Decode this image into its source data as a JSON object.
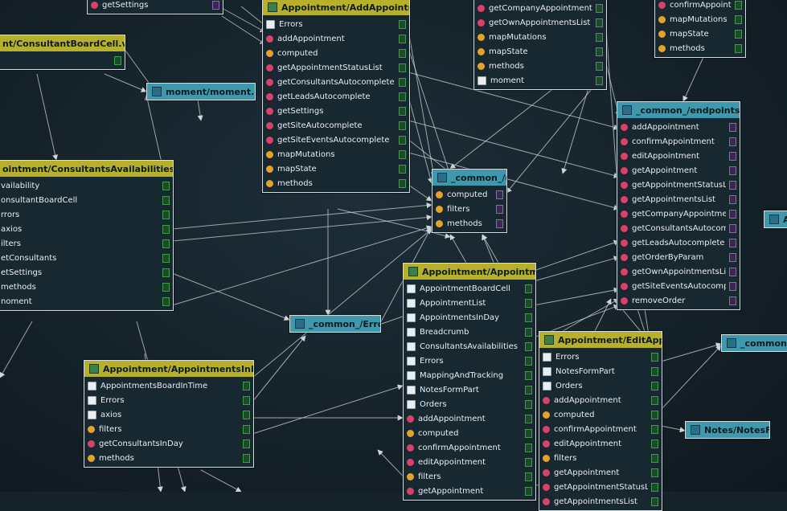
{
  "nodes": [
    {
      "id": "settings",
      "kind": "vue",
      "title": "",
      "rows": [
        {
          "label": "getSettings",
          "type": "function",
          "port": "purple"
        }
      ]
    },
    {
      "id": "consultantboardcell",
      "kind": "vue",
      "title": "nt/ConsultantBoardCell.vue",
      "rows": [
        {
          "label": "",
          "type": "none",
          "port": "green"
        }
      ]
    },
    {
      "id": "addappointment",
      "kind": "vue",
      "title": "Appointment/AddAppointment.vue",
      "rows": [
        {
          "label": "Errors",
          "type": "component",
          "port": "green"
        },
        {
          "label": "addAppointment",
          "type": "function",
          "port": "green"
        },
        {
          "label": "computed",
          "type": "property",
          "port": "green"
        },
        {
          "label": "getAppointmentStatusList",
          "type": "function",
          "port": "green"
        },
        {
          "label": "getConsultantsAutocomplete",
          "type": "function",
          "port": "green"
        },
        {
          "label": "getLeadsAutocomplete",
          "type": "function",
          "port": "green"
        },
        {
          "label": "getSettings",
          "type": "function",
          "port": "green"
        },
        {
          "label": "getSiteAutocomplete",
          "type": "function",
          "port": "green"
        },
        {
          "label": "getSiteEventsAutocomplete",
          "type": "function",
          "port": "green"
        },
        {
          "label": "mapMutations",
          "type": "property",
          "port": "green"
        },
        {
          "label": "mapState",
          "type": "property",
          "port": "green"
        },
        {
          "label": "methods",
          "type": "property",
          "port": "green"
        }
      ]
    },
    {
      "id": "companyappointments",
      "kind": "vue",
      "title": "",
      "rows": [
        {
          "label": "getCompanyAppointmentsList",
          "type": "function",
          "port": "green"
        },
        {
          "label": "getOwnAppointmentsList",
          "type": "function",
          "port": "green"
        },
        {
          "label": "mapMutations",
          "type": "property",
          "port": "green"
        },
        {
          "label": "mapState",
          "type": "property",
          "port": "green"
        },
        {
          "label": "methods",
          "type": "property",
          "port": "green"
        },
        {
          "label": "moment",
          "type": "component",
          "port": "green"
        }
      ]
    },
    {
      "id": "confirmappointment",
      "kind": "vue",
      "title": "",
      "rows": [
        {
          "label": "confirmAppointment",
          "type": "function",
          "port": "green"
        },
        {
          "label": "mapMutations",
          "type": "property",
          "port": "green"
        },
        {
          "label": "mapState",
          "type": "property",
          "port": "green"
        },
        {
          "label": "methods",
          "type": "property",
          "port": "green"
        }
      ]
    },
    {
      "id": "moment",
      "kind": "ts",
      "title": "moment/moment.d.ts",
      "rows": []
    },
    {
      "id": "endpoints",
      "kind": "ts",
      "title": "_common_/endpoints.js",
      "rows": [
        {
          "label": "addAppointment",
          "type": "function",
          "port": "purple"
        },
        {
          "label": "confirmAppointment",
          "type": "function",
          "port": "purple"
        },
        {
          "label": "editAppointment",
          "type": "function",
          "port": "purple"
        },
        {
          "label": "getAppointment",
          "type": "function",
          "port": "purple"
        },
        {
          "label": "getAppointmentStatusList",
          "type": "function",
          "port": "purple"
        },
        {
          "label": "getAppointmentsList",
          "type": "function",
          "port": "purple"
        },
        {
          "label": "getCompanyAppointmentsList",
          "type": "function",
          "port": "purple"
        },
        {
          "label": "getConsultantsAutocomplete",
          "type": "function",
          "port": "purple"
        },
        {
          "label": "getLeadsAutocomplete",
          "type": "function",
          "port": "purple"
        },
        {
          "label": "getOrderByParam",
          "type": "function",
          "port": "purple"
        },
        {
          "label": "getOwnAppointmentsList",
          "type": "function",
          "port": "purple"
        },
        {
          "label": "getSiteEventsAutocomplete",
          "type": "function",
          "port": "purple"
        },
        {
          "label": "removeOrder",
          "type": "function",
          "port": "purple"
        }
      ]
    },
    {
      "id": "util",
      "kind": "ts",
      "title": "_common_/util.js",
      "rows": [
        {
          "label": "computed",
          "type": "property",
          "port": "purple"
        },
        {
          "label": "filters",
          "type": "property",
          "port": "purple"
        },
        {
          "label": "methods",
          "type": "property",
          "port": "purple"
        }
      ]
    },
    {
      "id": "availabilities",
      "kind": "vue",
      "title": "ointment/ConsultantsAvailabilities.vue",
      "rows": [
        {
          "label": "vailability",
          "type": "none",
          "port": "green"
        },
        {
          "label": "onsultantBoardCell",
          "type": "none",
          "port": "green"
        },
        {
          "label": "rrors",
          "type": "none",
          "port": "green"
        },
        {
          "label": "axios",
          "type": "none",
          "port": "green"
        },
        {
          "label": "ilters",
          "type": "none",
          "port": "green"
        },
        {
          "label": "etConsultants",
          "type": "none",
          "port": "green"
        },
        {
          "label": "etSettings",
          "type": "none",
          "port": "green"
        },
        {
          "label": "methods",
          "type": "none",
          "port": "green"
        },
        {
          "label": "noment",
          "type": "none",
          "port": "green"
        }
      ]
    },
    {
      "id": "errors",
      "kind": "ts",
      "title": "_common_/Errors.js",
      "rows": []
    },
    {
      "id": "appointment",
      "kind": "vue",
      "title": "Appointment/Appointment.vue",
      "rows": [
        {
          "label": "AppointmentBoardCell",
          "type": "component",
          "port": "green"
        },
        {
          "label": "AppointmentList",
          "type": "component",
          "port": "green"
        },
        {
          "label": "AppointmentsInDay",
          "type": "component",
          "port": "green"
        },
        {
          "label": "Breadcrumb",
          "type": "component",
          "port": "green"
        },
        {
          "label": "ConsultantsAvailabilities",
          "type": "component",
          "port": "green"
        },
        {
          "label": "Errors",
          "type": "component",
          "port": "green"
        },
        {
          "label": "MappingAndTracking",
          "type": "component",
          "port": "green"
        },
        {
          "label": "NotesFormPart",
          "type": "component",
          "port": "green"
        },
        {
          "label": "Orders",
          "type": "component",
          "port": "green"
        },
        {
          "label": "addAppointment",
          "type": "function",
          "port": "green"
        },
        {
          "label": "computed",
          "type": "property",
          "port": "green"
        },
        {
          "label": "confirmAppointment",
          "type": "function",
          "port": "green"
        },
        {
          "label": "editAppointment",
          "type": "function",
          "port": "green"
        },
        {
          "label": "filters",
          "type": "property",
          "port": "green"
        },
        {
          "label": "getAppointment",
          "type": "function",
          "port": "green"
        }
      ]
    },
    {
      "id": "appointmentsinday",
      "kind": "vue",
      "title": "Appointment/AppointmentsInDay.vue",
      "rows": [
        {
          "label": "AppointmentsBoardInTime",
          "type": "component",
          "port": "green"
        },
        {
          "label": "Errors",
          "type": "component",
          "port": "green"
        },
        {
          "label": "axios",
          "type": "component",
          "port": "green"
        },
        {
          "label": "filters",
          "type": "property",
          "port": "green"
        },
        {
          "label": "getConsultantsInDay",
          "type": "function",
          "port": "green"
        },
        {
          "label": "methods",
          "type": "property",
          "port": "green"
        }
      ]
    },
    {
      "id": "editappointment",
      "kind": "vue",
      "title": "Appointment/EditAppointment.vue",
      "rows": [
        {
          "label": "Errors",
          "type": "component",
          "port": "green"
        },
        {
          "label": "NotesFormPart",
          "type": "component",
          "port": "green"
        },
        {
          "label": "Orders",
          "type": "component",
          "port": "green"
        },
        {
          "label": "addAppointment",
          "type": "function",
          "port": "green"
        },
        {
          "label": "computed",
          "type": "property",
          "port": "green"
        },
        {
          "label": "confirmAppointment",
          "type": "function",
          "port": "green"
        },
        {
          "label": "editAppointment",
          "type": "function",
          "port": "green"
        },
        {
          "label": "filters",
          "type": "property",
          "port": "green"
        },
        {
          "label": "getAppointment",
          "type": "function",
          "port": "green"
        },
        {
          "label": "getAppointmentStatusList",
          "type": "function",
          "port": "green"
        },
        {
          "label": "getAppointmentsList",
          "type": "function",
          "port": "green"
        }
      ]
    },
    {
      "id": "mapping",
      "kind": "ts",
      "title": "_common_/Mapping",
      "rows": []
    },
    {
      "id": "notesformpart",
      "kind": "ts",
      "title": "Notes/NotesFormPart.vue",
      "rows": []
    },
    {
      "id": "adm",
      "kind": "ts",
      "title": "Adm",
      "rows": []
    }
  ]
}
